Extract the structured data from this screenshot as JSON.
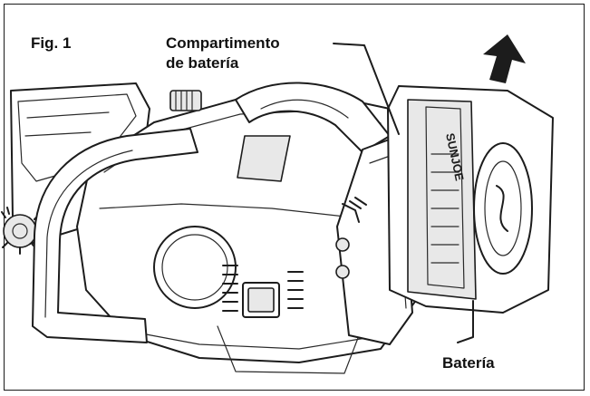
{
  "figure": {
    "label": "Fig. 1",
    "callouts": {
      "compartment_line1": "Compartimento",
      "compartment_line2": "de batería",
      "battery": "Batería"
    },
    "battery_brand": "SUNJOE"
  },
  "colors": {
    "ink": "#1c1c1c",
    "background": "#ffffff"
  }
}
